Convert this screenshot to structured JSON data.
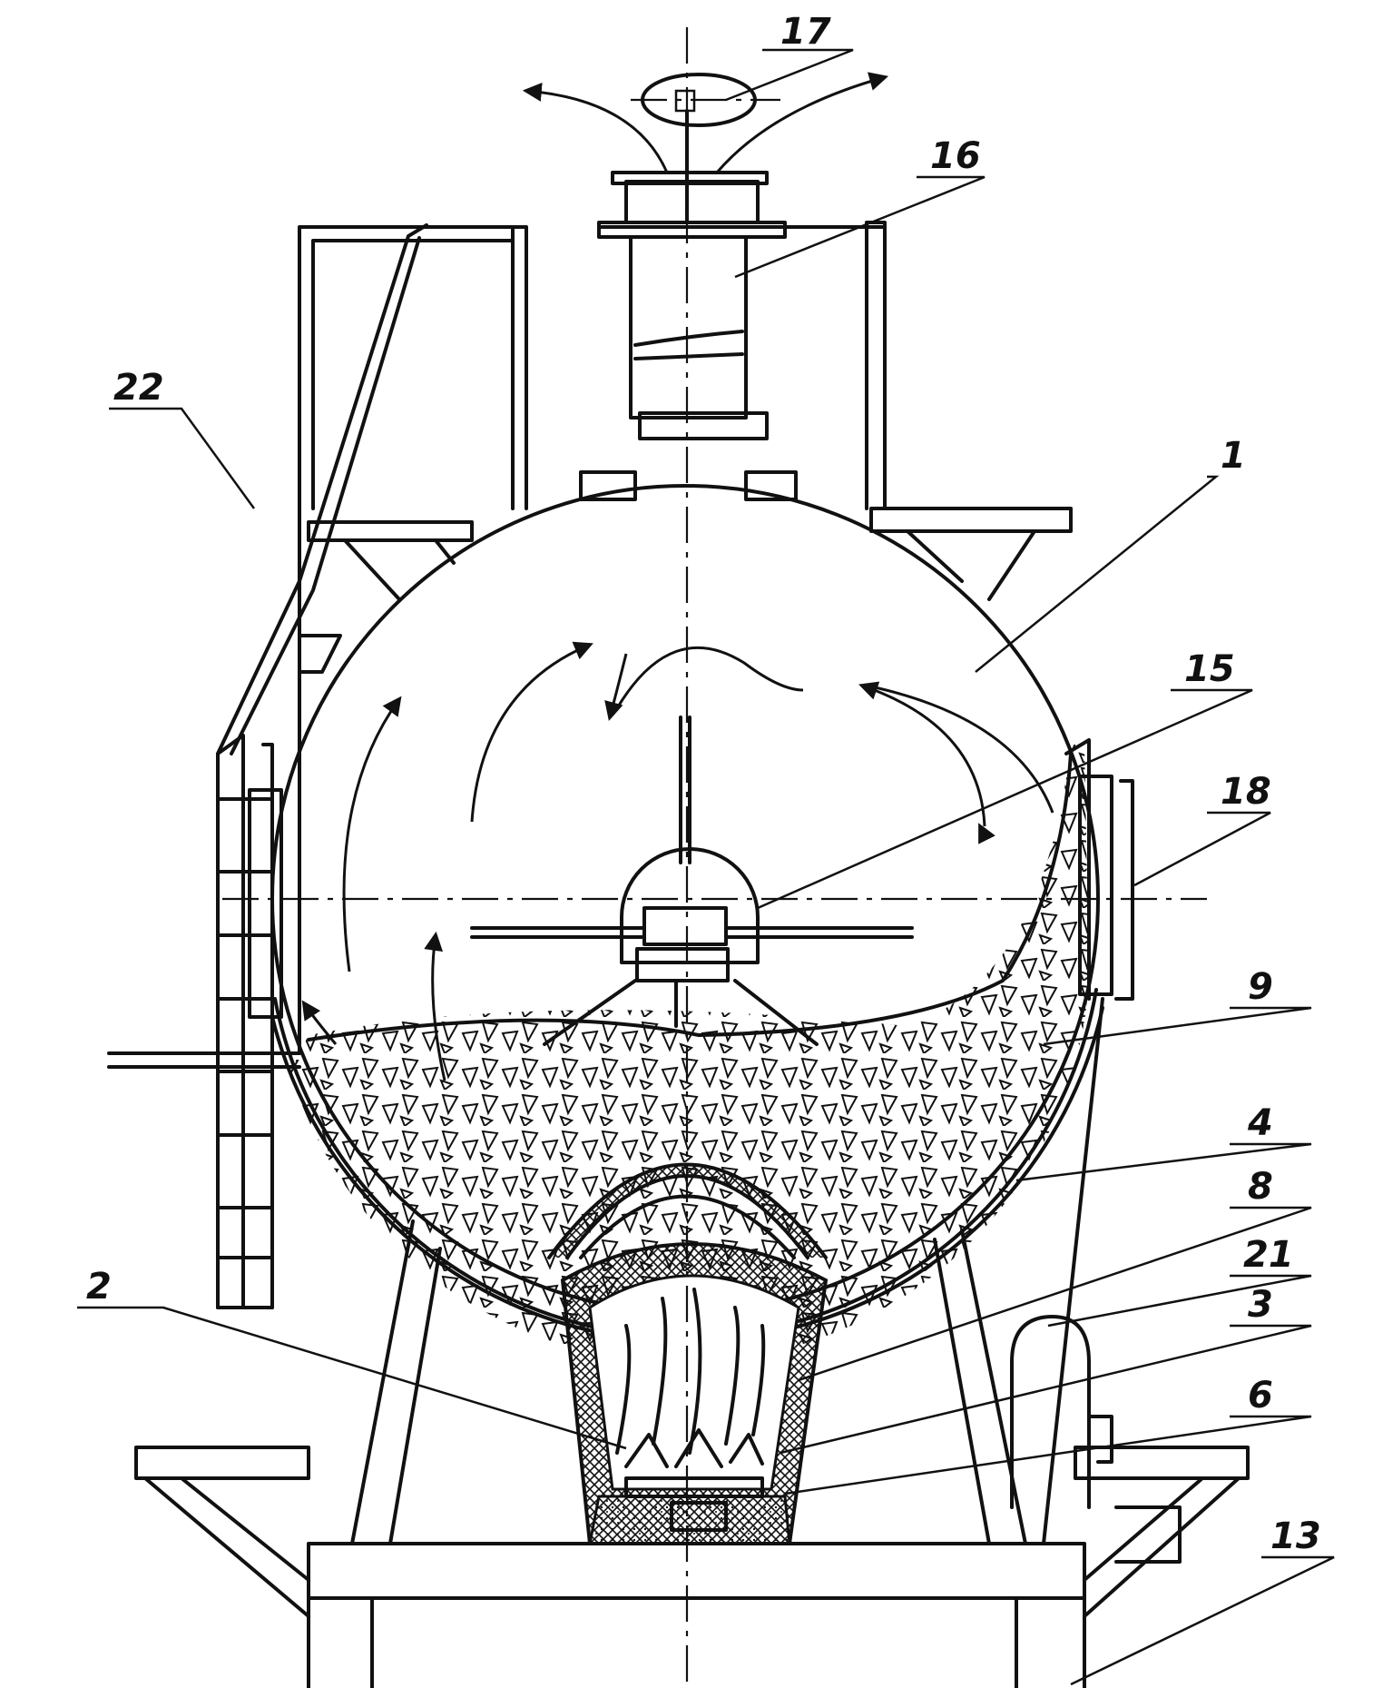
{
  "labels": {
    "l1": "1",
    "l2": "2",
    "l3": "3",
    "l4": "4",
    "l6": "6",
    "l8": "8",
    "l9": "9",
    "l13": "13",
    "l15": "15",
    "l16": "16",
    "l17": "17",
    "l18": "18",
    "l21": "21",
    "l22": "22"
  }
}
